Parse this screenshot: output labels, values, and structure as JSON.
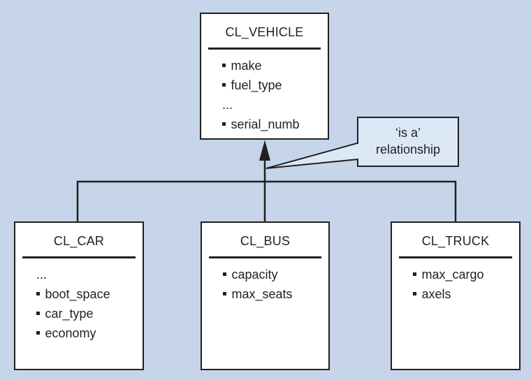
{
  "diagram": {
    "type": "class-inheritance-diagram",
    "background_color": "#c6d5e9",
    "box_fill": "#ffffff",
    "callout_fill": "#dce8f5",
    "line_color": "#231f20"
  },
  "classes": {
    "vehicle": {
      "title": "CL_VEHICLE",
      "items": [
        "make",
        "fuel_type",
        "...",
        "serial_numb"
      ]
    },
    "car": {
      "title": "CL_CAR",
      "items": [
        "...",
        "boot_space",
        "car_type",
        "economy"
      ]
    },
    "bus": {
      "title": "CL_BUS",
      "items": [
        "capacity",
        "max_seats"
      ]
    },
    "truck": {
      "title": "CL_TRUCK",
      "items": [
        "max_cargo",
        "axels"
      ]
    }
  },
  "callout": {
    "line1": "‘is a’",
    "line2": "relationship"
  }
}
